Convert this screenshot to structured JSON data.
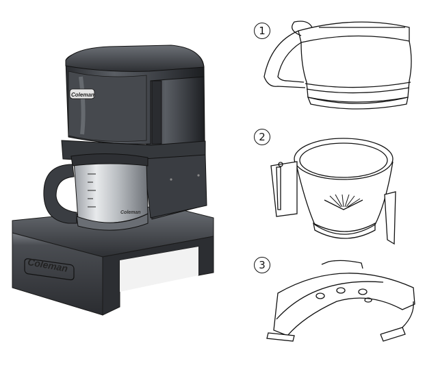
{
  "brand": "Coleman",
  "part_numbers": [
    "1",
    "2",
    "3"
  ],
  "colors": {
    "body": "#3a3d42",
    "body_dark": "#1e2023",
    "body_light": "#6a6e74",
    "line_art": "#111111"
  }
}
